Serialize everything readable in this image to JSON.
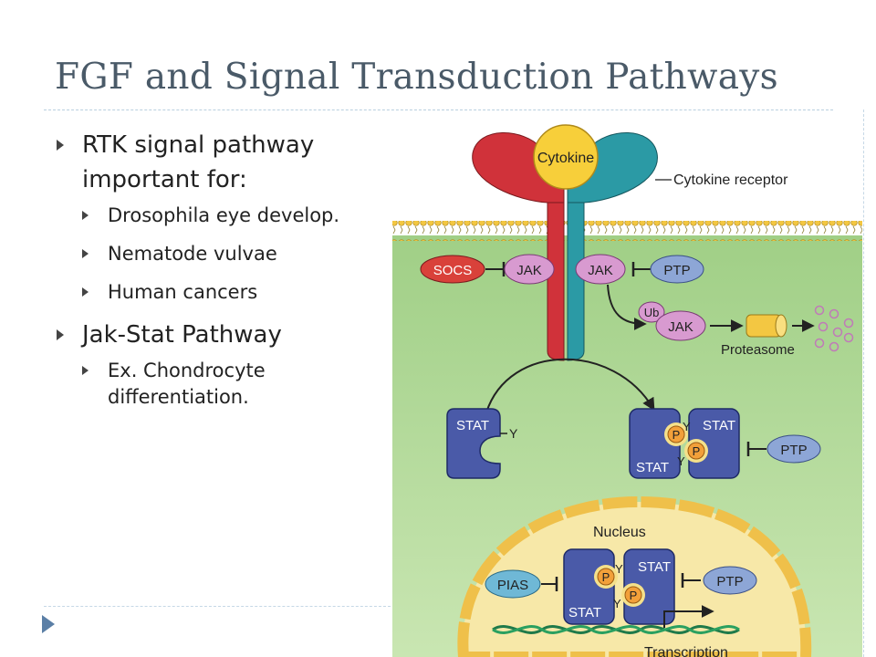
{
  "slide": {
    "title": "FGF and Signal Transduction Pathways",
    "bullets": [
      {
        "text_line1": "RTK signal pathway",
        "text_line2": "important for:",
        "sub": [
          "Drosophila eye develop.",
          "Nematode vulvae",
          "Human cancers"
        ]
      },
      {
        "text_line1": "Jak-Stat Pathway",
        "sub_line1": "Ex. Chondrocyte",
        "sub_line2": "differentiation."
      }
    ]
  },
  "diagram": {
    "cytokine": "Cytokine",
    "cytokine_receptor": "Cytokine receptor",
    "socs": "SOCS",
    "jak": "JAK",
    "ptp": "PTP",
    "ub": "Ub",
    "proteasome": "Proteasome",
    "stat": "STAT",
    "y": "Y",
    "p": "P",
    "nucleus": "Nucleus",
    "pias": "PIAS",
    "transcription": "Transcription"
  },
  "colors": {
    "title": "#4a5a68",
    "cytoplasm": "#a7d28d",
    "nucleus_fill": "#f7e8a8",
    "nucleus_border": "#f0c14b",
    "stat": "#4a5aa8",
    "receptor_red": "#d0323a",
    "receptor_teal": "#2b9aa5",
    "jak": "#d89ad0",
    "ptp": "#8da6d6",
    "socs": "#d9413a",
    "pias": "#6fb8d6",
    "phospho": "#f2a03a"
  }
}
